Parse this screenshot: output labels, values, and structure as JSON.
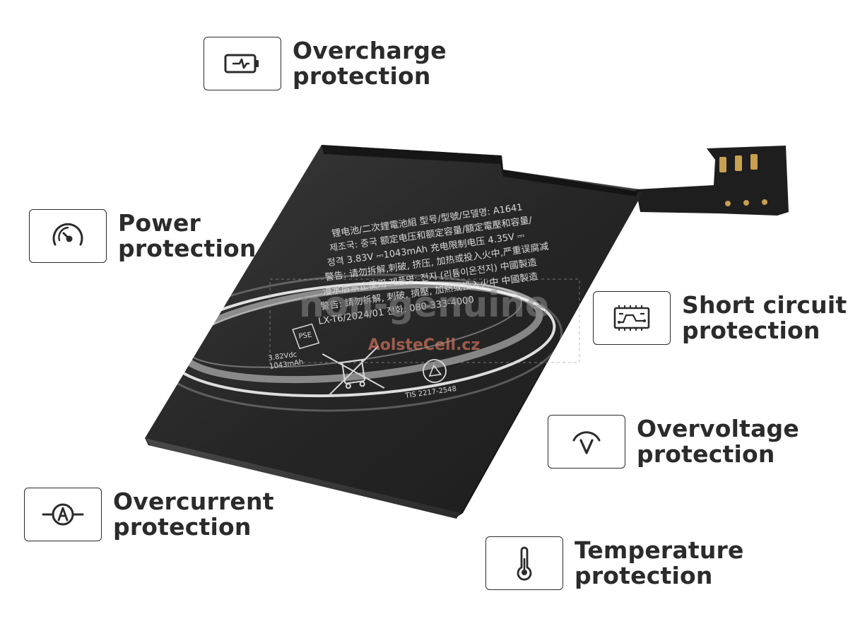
{
  "features": {
    "overcharge": {
      "icon": "battery-bolt-icon",
      "line1": "Overcharge",
      "line2": "protection"
    },
    "power": {
      "icon": "gauge-icon",
      "line1": "Power",
      "line2": "protection"
    },
    "short": {
      "icon": "circuit-icon",
      "line1": "Short circuit",
      "line2": "protection"
    },
    "overvoltage": {
      "icon": "voltage-v-icon",
      "line1": "Overvoltage",
      "line2": "protection"
    },
    "overcurrent": {
      "icon": "ammeter-icon",
      "line1": "Overcurrent",
      "line2": "protection"
    },
    "temperature": {
      "icon": "thermometer-icon",
      "line1": "Temperature",
      "line2": "protection"
    }
  },
  "battery": {
    "label_lines": [
      "锂电池/二次鋰電池組 型号/型號/모델명: A1641",
      "제조국: 중국 额定电压和额定容量/額定電壓和容量/",
      "정격 3.83V ⎓1043mAh 充电限制电压 4.35V ⎓",
      "警告: 请勿拆解,刺破, 挤压, 加热或投入火中,严重误腐减",
      "浸水后禁止使用 제품명: 전지 (리튬이온전지) 中國製造",
      "警告: 請勿拆解, 刺破, 擠壓, 加熱或投入火中 中國製造",
      "LX-T6/2024/01 전화: 080-333-4000"
    ],
    "pse_mark": "PSE",
    "spec_small_1": "3.82Vdc",
    "spec_small_2": "1043mAh",
    "tis_mark": "TIS 2217-2548"
  },
  "watermark": {
    "text": "non-genuine",
    "site": "AolsteCell.cz",
    "site_color": "#e07a5f"
  },
  "colors": {
    "text": "#2b2b2b",
    "battery_body": "#2a2a2a",
    "connector_gold": "#c8a050"
  }
}
